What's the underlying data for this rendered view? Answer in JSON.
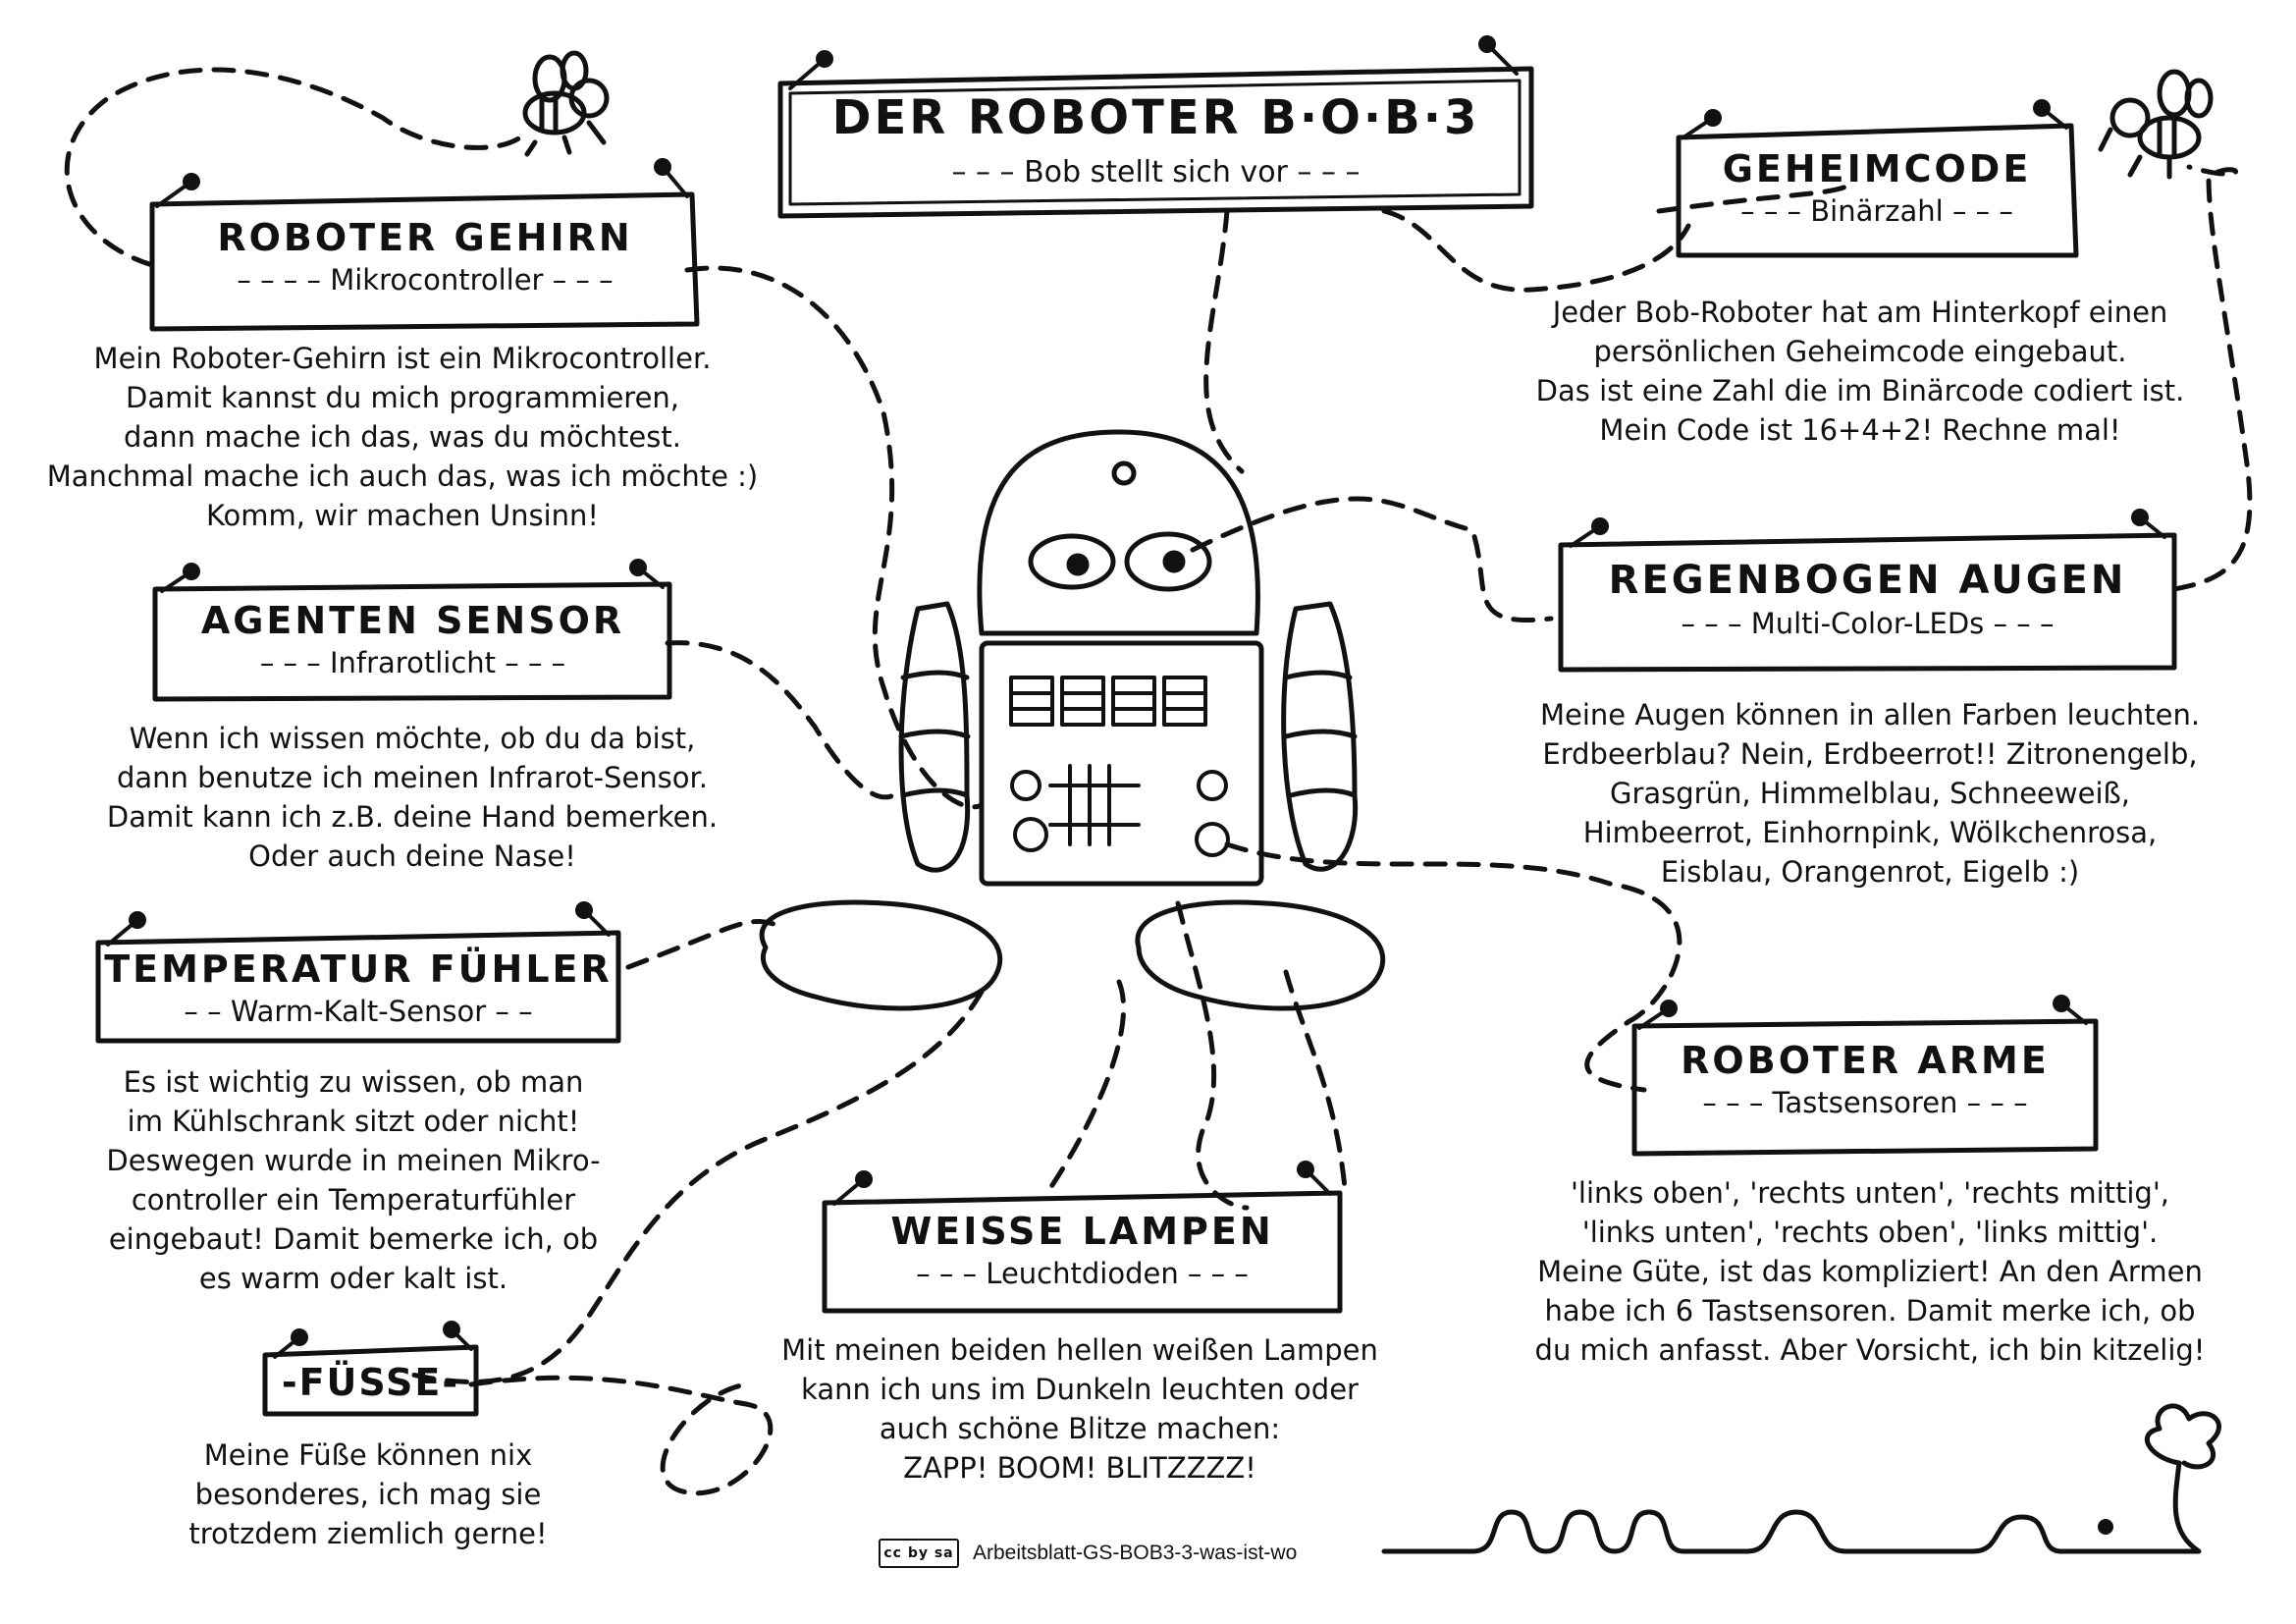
{
  "title": {
    "main": "Der Roboter B·O·B·3",
    "sub": "– – –  Bob stellt sich vor  – – –"
  },
  "sections": {
    "gehirn": {
      "title": "Roboter Gehirn",
      "subtitle": "– – – –  Mikrocontroller  – – –",
      "text": "Mein Roboter-Gehirn ist ein Mikrocontroller.\nDamit kannst du mich programmieren,\ndann mache ich das, was du möchtest.\nManchmal mache ich auch das, was ich möchte :)\nKomm, wir machen Unsinn!"
    },
    "geheimcode": {
      "title": "Geheimcode",
      "subtitle": "– – –  Binärzahl  – – –",
      "text": "Jeder Bob-Roboter hat am Hinterkopf einen\npersönlichen Geheimcode eingebaut.\nDas ist eine Zahl die im Binärcode codiert ist.\nMein Code ist 16+4+2! Rechne mal!"
    },
    "agenten": {
      "title": "Agenten Sensor",
      "subtitle": "– – –  Infrarotlicht  – – –",
      "text": "Wenn ich wissen möchte, ob du da bist,\ndann benutze ich meinen Infrarot-Sensor.\nDamit kann ich z.B. deine Hand bemerken.\nOder auch deine Nase!"
    },
    "augen": {
      "title": "Regenbogen Augen",
      "subtitle": "– – –  Multi-Color-LEDs  – – –",
      "text": "Meine Augen können in allen Farben leuchten.\nErdbeerblau? Nein, Erdbeerrot!! Zitronengelb,\nGrasgrün, Himmelblau, Schneeweiß,\nHimbeerrot, Einhornpink, Wölkchenrosa,\nEisblau, Orangenrot, Eigelb :)"
    },
    "temperatur": {
      "title": "Temperatur Fühler",
      "subtitle": "– –  Warm-Kalt-Sensor  – –",
      "text": "Es ist wichtig zu wissen, ob man\nim Kühlschrank sitzt oder nicht!\nDeswegen wurde in meinen Mikro-\ncontroller ein Temperaturfühler\neingebaut! Damit bemerke ich, ob\nes warm oder kalt ist."
    },
    "arme": {
      "title": "Roboter Arme",
      "subtitle": "– – –  Tastsensoren  – – –",
      "text": "'links oben', 'rechts unten', 'rechts mittig',\n'links unten', 'rechts oben', 'links mittig'.\nMeine Güte, ist das kompliziert! An den Armen\nhabe ich 6 Tastsensoren. Damit merke ich, ob\ndu mich anfasst. Aber Vorsicht, ich bin kitzelig!"
    },
    "lampen": {
      "title": "Weiße Lampen",
      "subtitle": "– – –  Leuchtdioden  – – –",
      "text": "Mit meinen beiden hellen weißen Lampen\nkann ich uns im Dunkeln leuchten oder\nauch schöne Blitze machen:\nZAPP! BOOM! BLITZZZZ!"
    },
    "fuesse": {
      "title": "-Füße-",
      "text": "Meine Füße können nix\nbesonderes, ich mag sie\ntrotzdem ziemlich gerne!"
    }
  },
  "footer": {
    "license": "cc by sa",
    "filename": "Arbeitsblatt-GS-BOB3-3-was-ist-wo"
  }
}
